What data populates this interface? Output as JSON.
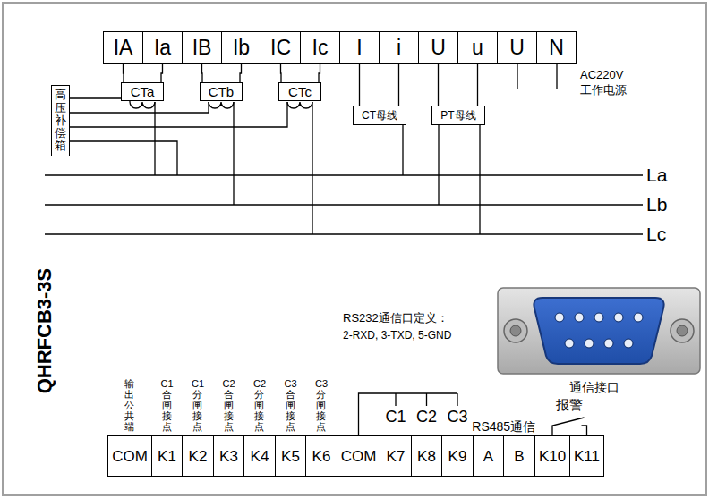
{
  "diagram": {
    "title": "QHRFCB3-3S",
    "nodes": [
      {
        "text": [
          "IA"
        ]
      },
      {
        "text": [
          "Ia"
        ]
      },
      {
        "text": [
          "IB"
        ]
      },
      {
        "text": [
          "Ib"
        ]
      },
      {
        "text": [
          "IC"
        ]
      },
      {
        "text": [
          "Ic"
        ]
      },
      {
        "text": [
          "I"
        ]
      },
      {
        "text": [
          "i"
        ]
      },
      {
        "text": [
          "U"
        ]
      },
      {
        "text": [
          "u"
        ]
      },
      {
        "text": [
          "U"
        ]
      },
      {
        "text": [
          "N"
        ]
      },
      {
        "text": [
          "高压补偿箱"
        ]
      },
      {
        "text": [
          "CTa"
        ]
      },
      {
        "text": [
          "CTb"
        ]
      },
      {
        "text": [
          "CTc"
        ]
      },
      {
        "text": [
          "CT母线"
        ]
      },
      {
        "text": [
          "PT母线"
        ]
      },
      {
        "text": [
          "COM"
        ]
      },
      {
        "text": [
          "K1"
        ]
      },
      {
        "text": [
          "K2"
        ]
      },
      {
        "text": [
          "K3"
        ]
      },
      {
        "text": [
          "K4"
        ]
      },
      {
        "text": [
          "K5"
        ]
      },
      {
        "text": [
          "K6"
        ]
      },
      {
        "text": [
          "COM"
        ]
      },
      {
        "text": [
          "K7"
        ]
      },
      {
        "text": [
          "K8"
        ]
      },
      {
        "text": [
          "K9"
        ]
      },
      {
        "text": [
          "A"
        ]
      },
      {
        "text": [
          "B"
        ]
      },
      {
        "text": [
          "K10"
        ]
      },
      {
        "text": [
          "K11"
        ]
      }
    ],
    "edges": [
      {
        "from": 0,
        "to": 13,
        "arrow": "none"
      },
      {
        "from": 1,
        "to": 13,
        "arrow": "none"
      },
      {
        "from": 2,
        "to": 14,
        "arrow": "none"
      },
      {
        "from": 3,
        "to": 14,
        "arrow": "none"
      },
      {
        "from": 4,
        "to": 15,
        "arrow": "none"
      },
      {
        "from": 5,
        "to": 15,
        "arrow": "none"
      },
      {
        "from": 6,
        "to": 16,
        "arrow": "none"
      },
      {
        "from": 7,
        "to": 16,
        "arrow": "none"
      },
      {
        "from": 8,
        "to": 17,
        "arrow": "none"
      },
      {
        "from": 9,
        "to": 17,
        "arrow": "none"
      }
    ],
    "labels": [
      "AC220V",
      "工作电源",
      "La",
      "Lb",
      "Lc",
      "RS232通信口定义：",
      "2-RXD, 3-TXD, 5-GND",
      "通信接口",
      "输出公共端",
      "C1合闸接点",
      "C1分闸接点",
      "C2合闸接点",
      "C2分闸接点",
      "C3合闸接点",
      "C3分闸接点",
      "C1",
      "C2",
      "C3",
      "RS485通信",
      "报警"
    ]
  }
}
